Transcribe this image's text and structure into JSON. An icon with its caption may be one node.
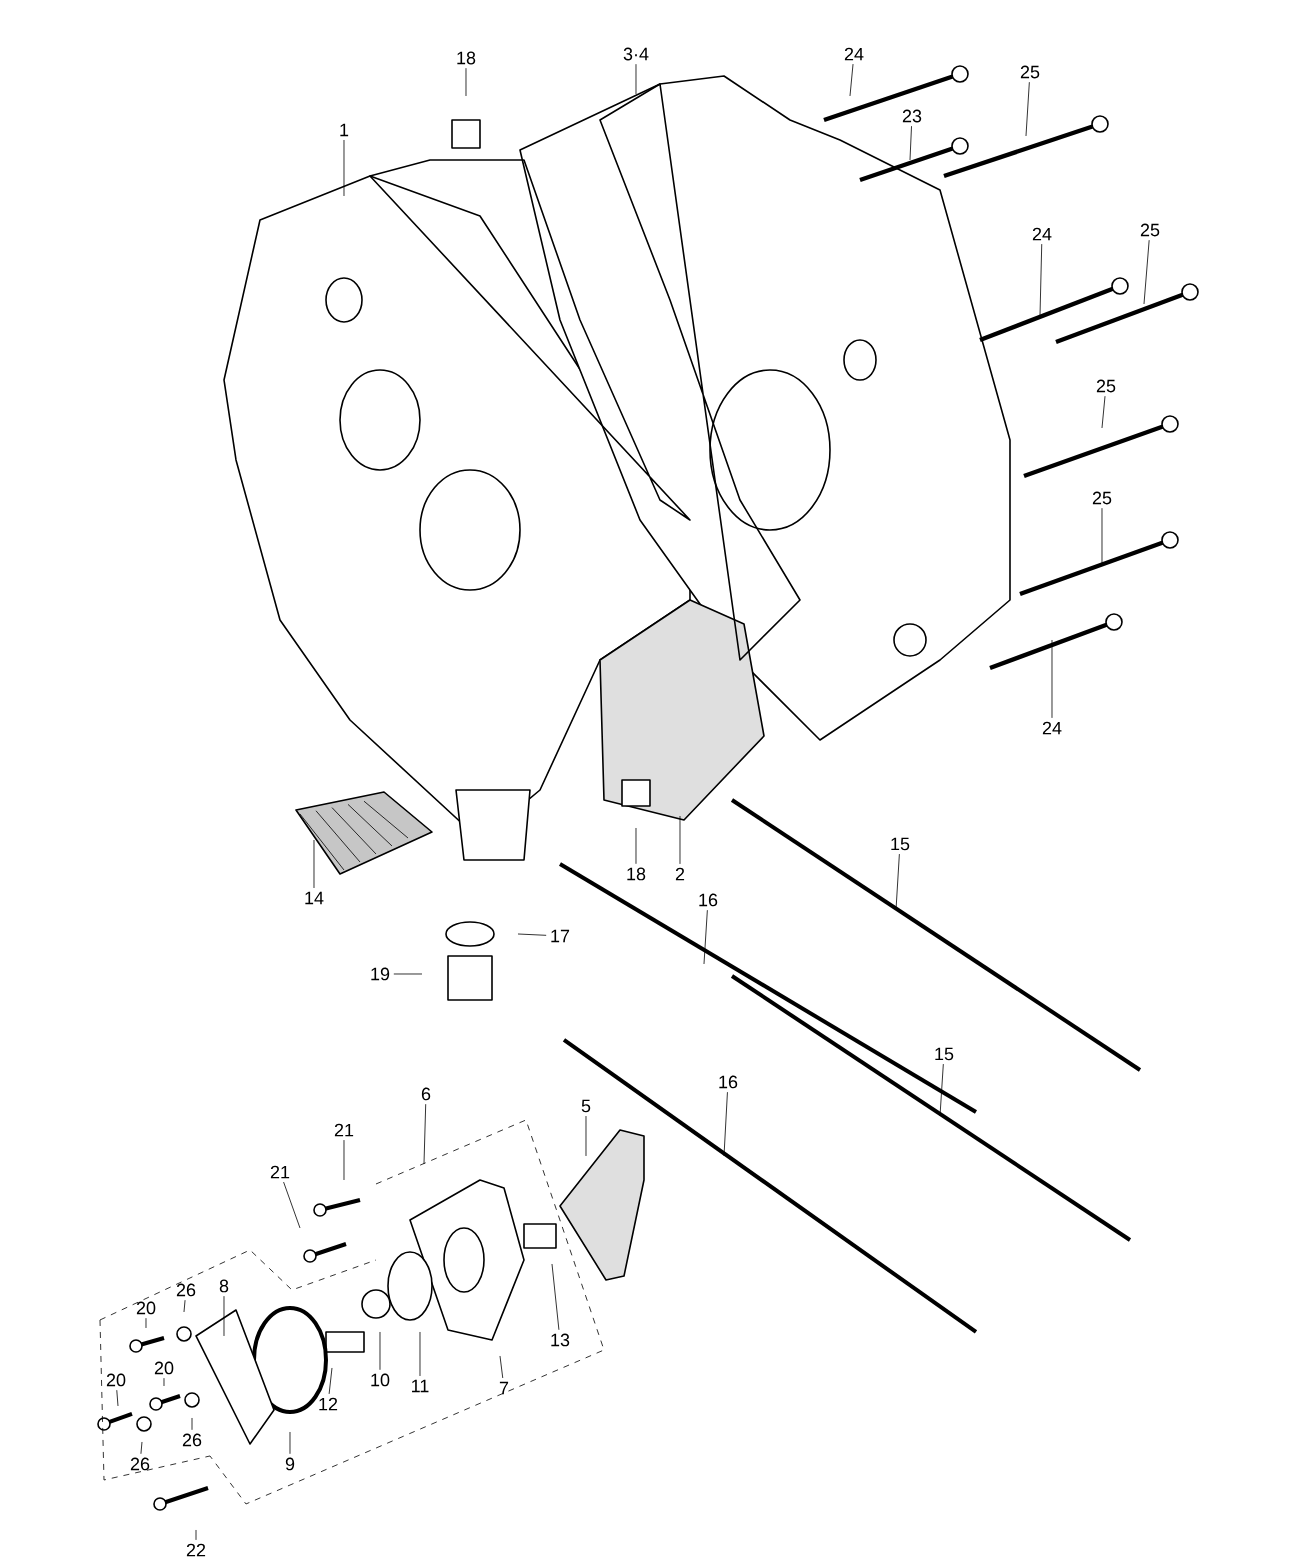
{
  "diagram": {
    "nodes": [
      {
        "text": [
          "18"
        ]
      },
      {
        "text": [
          "3·4"
        ]
      },
      {
        "text": [
          "24"
        ]
      },
      {
        "text": [
          "25"
        ]
      },
      {
        "text": [
          "23"
        ]
      },
      {
        "text": [
          "1"
        ]
      },
      {
        "text": [
          "24"
        ]
      },
      {
        "text": [
          "25"
        ]
      },
      {
        "text": [
          "25"
        ]
      },
      {
        "text": [
          "25"
        ]
      },
      {
        "text": [
          "24"
        ]
      },
      {
        "text": [
          "15"
        ]
      },
      {
        "text": [
          "14"
        ]
      },
      {
        "text": [
          "18"
        ]
      },
      {
        "text": [
          "2"
        ]
      },
      {
        "text": [
          "16"
        ]
      },
      {
        "text": [
          "17"
        ]
      },
      {
        "text": [
          "19"
        ]
      },
      {
        "text": [
          "15"
        ]
      },
      {
        "text": [
          "16"
        ]
      },
      {
        "text": [
          "6"
        ]
      },
      {
        "text": [
          "5"
        ]
      },
      {
        "text": [
          "21"
        ]
      },
      {
        "text": [
          "21"
        ]
      },
      {
        "text": [
          "8"
        ]
      },
      {
        "text": [
          "26"
        ]
      },
      {
        "text": [
          "20"
        ]
      },
      {
        "text": [
          "7"
        ]
      },
      {
        "text": [
          "13"
        ]
      },
      {
        "text": [
          "20"
        ]
      },
      {
        "text": [
          "20"
        ]
      },
      {
        "text": [
          "10"
        ]
      },
      {
        "text": [
          "11"
        ]
      },
      {
        "text": [
          "12"
        ]
      },
      {
        "text": [
          "26"
        ]
      },
      {
        "text": [
          "26"
        ]
      },
      {
        "text": [
          "9"
        ]
      },
      {
        "text": [
          "22"
        ]
      }
    ],
    "edges": [
      {
        "from": 0,
        "to": null,
        "arrow": "none"
      },
      {
        "from": 1,
        "to": null,
        "arrow": "none"
      },
      {
        "from": 2,
        "to": null,
        "arrow": "none"
      },
      {
        "from": 3,
        "to": null,
        "arrow": "none"
      },
      {
        "from": 4,
        "to": null,
        "arrow": "none"
      },
      {
        "from": 5,
        "to": null,
        "arrow": "none"
      },
      {
        "from": 6,
        "to": null,
        "arrow": "none"
      },
      {
        "from": 7,
        "to": null,
        "arrow": "none"
      },
      {
        "from": 8,
        "to": null,
        "arrow": "none"
      },
      {
        "from": 9,
        "to": null,
        "arrow": "none"
      },
      {
        "from": 10,
        "to": null,
        "arrow": "none"
      },
      {
        "from": 11,
        "to": null,
        "arrow": "none"
      },
      {
        "from": 12,
        "to": null,
        "arrow": "none"
      },
      {
        "from": 13,
        "to": null,
        "arrow": "none"
      },
      {
        "from": 14,
        "to": null,
        "arrow": "none"
      },
      {
        "from": 15,
        "to": null,
        "arrow": "none"
      },
      {
        "from": 16,
        "to": null,
        "arrow": "none"
      },
      {
        "from": 17,
        "to": null,
        "arrow": "none"
      },
      {
        "from": 18,
        "to": null,
        "arrow": "none"
      },
      {
        "from": 19,
        "to": null,
        "arrow": "none"
      },
      {
        "from": 20,
        "to": null,
        "arrow": "none"
      },
      {
        "from": 21,
        "to": null,
        "arrow": "none"
      },
      {
        "from": 22,
        "to": null,
        "arrow": "none"
      },
      {
        "from": 23,
        "to": null,
        "arrow": "none"
      },
      {
        "from": 24,
        "to": null,
        "arrow": "none"
      },
      {
        "from": 25,
        "to": null,
        "arrow": "none"
      },
      {
        "from": 26,
        "to": null,
        "arrow": "none"
      },
      {
        "from": 27,
        "to": null,
        "arrow": "none"
      },
      {
        "from": 28,
        "to": null,
        "arrow": "none"
      },
      {
        "from": 29,
        "to": null,
        "arrow": "none"
      },
      {
        "from": 30,
        "to": null,
        "arrow": "none"
      },
      {
        "from": 31,
        "to": null,
        "arrow": "none"
      },
      {
        "from": 32,
        "to": null,
        "arrow": "none"
      },
      {
        "from": 33,
        "to": null,
        "arrow": "none"
      },
      {
        "from": 34,
        "to": null,
        "arrow": "none"
      },
      {
        "from": 35,
        "to": null,
        "arrow": "none"
      },
      {
        "from": 36,
        "to": null,
        "arrow": "none"
      },
      {
        "from": 37,
        "to": null,
        "arrow": "none"
      }
    ]
  }
}
